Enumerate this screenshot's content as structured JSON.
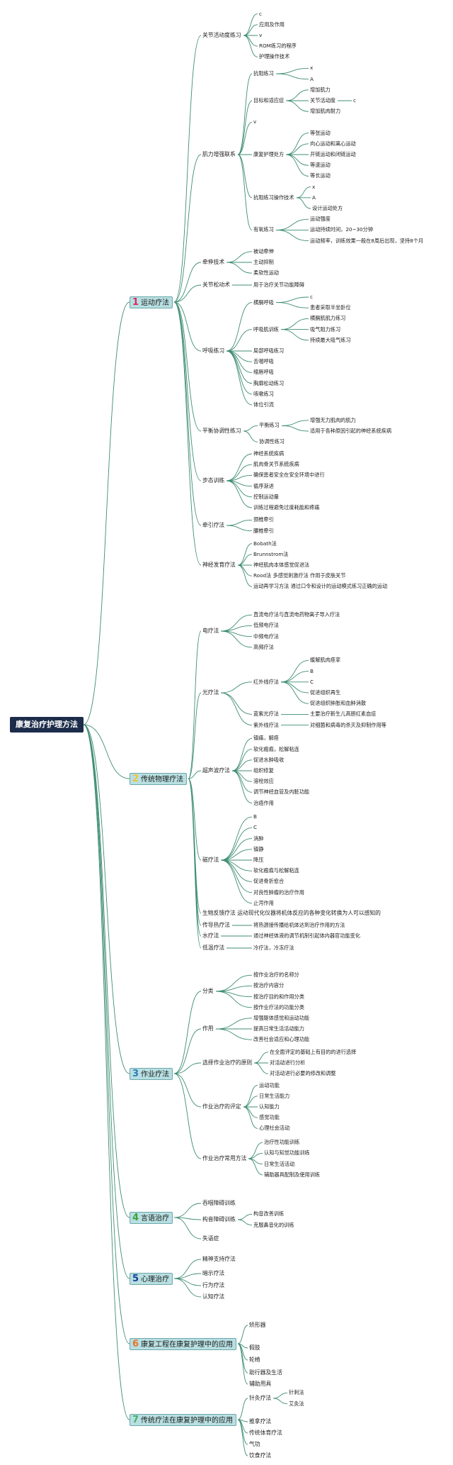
{
  "root": {
    "label": "康复治疗护理方法"
  },
  "categories": [
    {
      "num": "1",
      "num_color": "#e0245e",
      "label": "运动疗法",
      "children": [
        {
          "label": "关节活动度练习",
          "children": [
            {
              "label": "c"
            },
            {
              "label": "应用及作用"
            },
            {
              "label": "v"
            },
            {
              "label": "ROM练习的程序"
            },
            {
              "label": "护理操作技术"
            }
          ]
        },
        {
          "label": "肌力增强联系",
          "children": [
            {
              "label": "抗阻练习",
              "children": [
                {
                  "label": "x"
                },
                {
                  "label": "A"
                }
              ]
            },
            {
              "label": "目标和适应症",
              "children": [
                {
                  "label": "增加肌力"
                },
                {
                  "label": "关节活动度",
                  "children": [
                    {
                      "label": "c"
                    }
                  ]
                },
                {
                  "label": "增加肌肉耐力"
                }
              ]
            },
            {
              "label": "v"
            },
            {
              "label": "康复护理处方",
              "children": [
                {
                  "label": "等张运动"
                },
                {
                  "label": "向心运动和离心运动"
                },
                {
                  "label": "开链运动和闭链运动"
                },
                {
                  "label": "等速运动"
                },
                {
                  "label": "等长运动"
                }
              ]
            },
            {
              "label": "抗阻练习操作技术",
              "children": [
                {
                  "label": "x"
                },
                {
                  "label": "A"
                },
                {
                  "label": "设计运动处方"
                }
              ]
            },
            {
              "label": "有氧练习",
              "children": [
                {
                  "label": "运动强度"
                },
                {
                  "label": "运动持续时间，20~30分钟"
                },
                {
                  "label": "运动频率，训练效果一般在8周后出现，坚持8个月"
                }
              ]
            }
          ]
        },
        {
          "label": "牵伸技术",
          "children": [
            {
              "label": "被动牵伸"
            },
            {
              "label": "主动抑制"
            },
            {
              "label": "柔软性运动"
            }
          ]
        },
        {
          "label": "关节松动术",
          "children": [
            {
              "label": "用于治疗关节功能障碍"
            }
          ]
        },
        {
          "label": "呼吸练习",
          "children": [
            {
              "label": "横膈呼吸",
              "children": [
                {
                  "label": "c"
                },
                {
                  "label": "患者采取半坐卧位"
                }
              ]
            },
            {
              "label": "呼吸肌训练",
              "children": [
                {
                  "label": "横膈肌肌力练习"
                },
                {
                  "label": "吸气阻力练习"
                },
                {
                  "label": "持续最大吸气练习"
                }
              ]
            },
            {
              "label": "局部呼吸练习"
            },
            {
              "label": "舌咽呼吸"
            },
            {
              "label": "缩唇呼吸"
            },
            {
              "label": "胸廓松动练习"
            },
            {
              "label": "咳嗽练习"
            },
            {
              "label": "体位引流"
            }
          ]
        },
        {
          "label": "平衡协调性练习",
          "children": [
            {
              "label": "平衡练习",
              "children": [
                {
                  "label": "增强无力肌肉的肌力"
                },
                {
                  "label": "适用于各种原因引起的神经系统疾病"
                }
              ]
            },
            {
              "label": "协调性练习"
            }
          ]
        },
        {
          "label": "步态训练",
          "children": [
            {
              "label": "神经系统疾病"
            },
            {
              "label": "肌肉骨关节系统疾病"
            },
            {
              "label": "确保患者安全在安全环境中进行"
            },
            {
              "label": "循序渐进"
            },
            {
              "label": "控制运动量"
            },
            {
              "label": "训练过程避免过度耗能和疼痛"
            }
          ]
        },
        {
          "label": "牵引疗法",
          "children": [
            {
              "label": "颈椎牵引"
            },
            {
              "label": "腰椎牵引"
            }
          ]
        },
        {
          "label": "神经发育疗法",
          "children": [
            {
              "label": "Bobath法"
            },
            {
              "label": "Brunnstrom法"
            },
            {
              "label": "神经肌肉本体感觉促进法"
            },
            {
              "label": "Rood法 多感觉刺激疗法 作用于皮肤关节"
            },
            {
              "label": "运动再学习方法 通过口令和设计的运动模式练习正确的运动"
            }
          ]
        }
      ]
    },
    {
      "num": "2",
      "num_color": "#f2c33b",
      "label": "传统物理疗法",
      "children": [
        {
          "label": "电疗法",
          "children": [
            {
              "label": "直流电疗法与直流电药物离子导入疗法"
            },
            {
              "label": "低频电疗法"
            },
            {
              "label": "中频电疗法"
            },
            {
              "label": "高频疗法"
            }
          ]
        },
        {
          "label": "光疗法",
          "children": [
            {
              "label": "红外线疗法",
              "children": [
                {
                  "label": "缓解肌肉痉挛"
                },
                {
                  "label": "B"
                },
                {
                  "label": "C"
                },
                {
                  "label": "促进组织再生"
                },
                {
                  "label": "促进组织肿胀和血肿消散"
                }
              ]
            },
            {
              "label": "蓝紫光疗法",
              "children": [
                {
                  "label": "主要治疗新生儿高胆红素血症"
                }
              ]
            },
            {
              "label": "紫外线疗法",
              "children": [
                {
                  "label": "对细菌和病毒的杀灭及抑制作用等"
                }
              ]
            }
          ]
        },
        {
          "label": "超声波疗法",
          "children": [
            {
              "label": "镇痛，解痉"
            },
            {
              "label": "软化瘢痕，松解粘连"
            },
            {
              "label": "促进水肿吸收"
            },
            {
              "label": "组织修复"
            },
            {
              "label": "溶栓效应"
            },
            {
              "label": "调节神经血管及内脏功能"
            },
            {
              "label": "治癌作用"
            }
          ]
        },
        {
          "label": "磁疗法",
          "children": [
            {
              "label": "B"
            },
            {
              "label": "C"
            },
            {
              "label": "消肿"
            },
            {
              "label": "镇静"
            },
            {
              "label": "降压"
            },
            {
              "label": "软化瘢痕与松解粘连"
            },
            {
              "label": "促进骨折愈合"
            },
            {
              "label": "对良性肿瘤的治疗作用"
            },
            {
              "label": "止泻作用"
            }
          ]
        },
        {
          "label": "生物反馈疗法 运动现代化仪器将机体反应的各种变化转换为人可以感知的"
        },
        {
          "label": "传导热疗法",
          "children": [
            {
              "label": "将热源接传播给机体达到治疗作用的方法"
            }
          ]
        },
        {
          "label": "水疗法",
          "children": [
            {
              "label": "通过神经体液的调节机制引起体内器官功能变化"
            }
          ]
        },
        {
          "label": "低温疗法",
          "children": [
            {
              "label": "冷疗法，冷冻疗法"
            }
          ]
        }
      ]
    },
    {
      "num": "3",
      "num_color": "#2e7bbf",
      "label": "作业疗法",
      "children": [
        {
          "label": "分类",
          "children": [
            {
              "label": "按作业治疗的名称分"
            },
            {
              "label": "按治疗内容分"
            },
            {
              "label": "按治疗目的和作用分类"
            },
            {
              "label": "按作业疗法的功能分类"
            }
          ]
        },
        {
          "label": "作用",
          "children": [
            {
              "label": "增强躯体感觉和运动功能"
            },
            {
              "label": "提高日常生活活动能力"
            },
            {
              "label": "改善社会适应和心理功能"
            }
          ]
        },
        {
          "label": "选择作业治疗的原则",
          "children": [
            {
              "label": "在全面评定的基础上有目的的进行选择"
            },
            {
              "label": "对活动进行分析"
            },
            {
              "label": "对活动进行必要的修改和调整"
            }
          ]
        },
        {
          "label": "作业治疗的评定",
          "children": [
            {
              "label": "运动功能"
            },
            {
              "label": "日常生活能力"
            },
            {
              "label": "认知能力"
            },
            {
              "label": "感觉功能"
            },
            {
              "label": "心理社会活动"
            }
          ]
        },
        {
          "label": "作业治疗常用方法",
          "children": [
            {
              "label": "治疗性功能训练"
            },
            {
              "label": "认知与知觉功能训练"
            },
            {
              "label": "日常生活活动"
            },
            {
              "label": "辅助器具配制及使用训练"
            }
          ]
        }
      ]
    },
    {
      "num": "4",
      "num_color": "#3aa33a",
      "label": "言语治疗",
      "children": [
        {
          "label": "吞咽障碍训练"
        },
        {
          "label": "构音障碍训练",
          "children": [
            {
              "label": "构音改善训练"
            },
            {
              "label": "克服鼻音化的训练"
            }
          ]
        },
        {
          "label": "失语症"
        }
      ]
    },
    {
      "num": "5",
      "num_color": "#1a3d9c",
      "label": "心理治疗",
      "children": [
        {
          "label": "精神支持疗法"
        },
        {
          "label": "暗示疗法"
        },
        {
          "label": "行为疗法"
        },
        {
          "label": "认知疗法"
        }
      ]
    },
    {
      "num": "6",
      "num_color": "#e8742a",
      "label": "康复工程在康复护理中的应用",
      "children": [
        {
          "label": "矫形器"
        },
        {
          "label": "假肢"
        },
        {
          "label": "轮椅"
        },
        {
          "label": "助行器及生活"
        },
        {
          "label": "辅助用具"
        }
      ]
    },
    {
      "num": "7",
      "num_color": "#49b06a",
      "label": "传统疗法在康复护理中的应用",
      "children": [
        {
          "label": "针灸疗法",
          "children": [
            {
              "label": "针刺法"
            },
            {
              "label": "艾灸法"
            }
          ]
        },
        {
          "label": "推拿疗法"
        },
        {
          "label": "传统体育疗法"
        },
        {
          "label": "气功"
        },
        {
          "label": "饮食疗法"
        }
      ]
    }
  ]
}
